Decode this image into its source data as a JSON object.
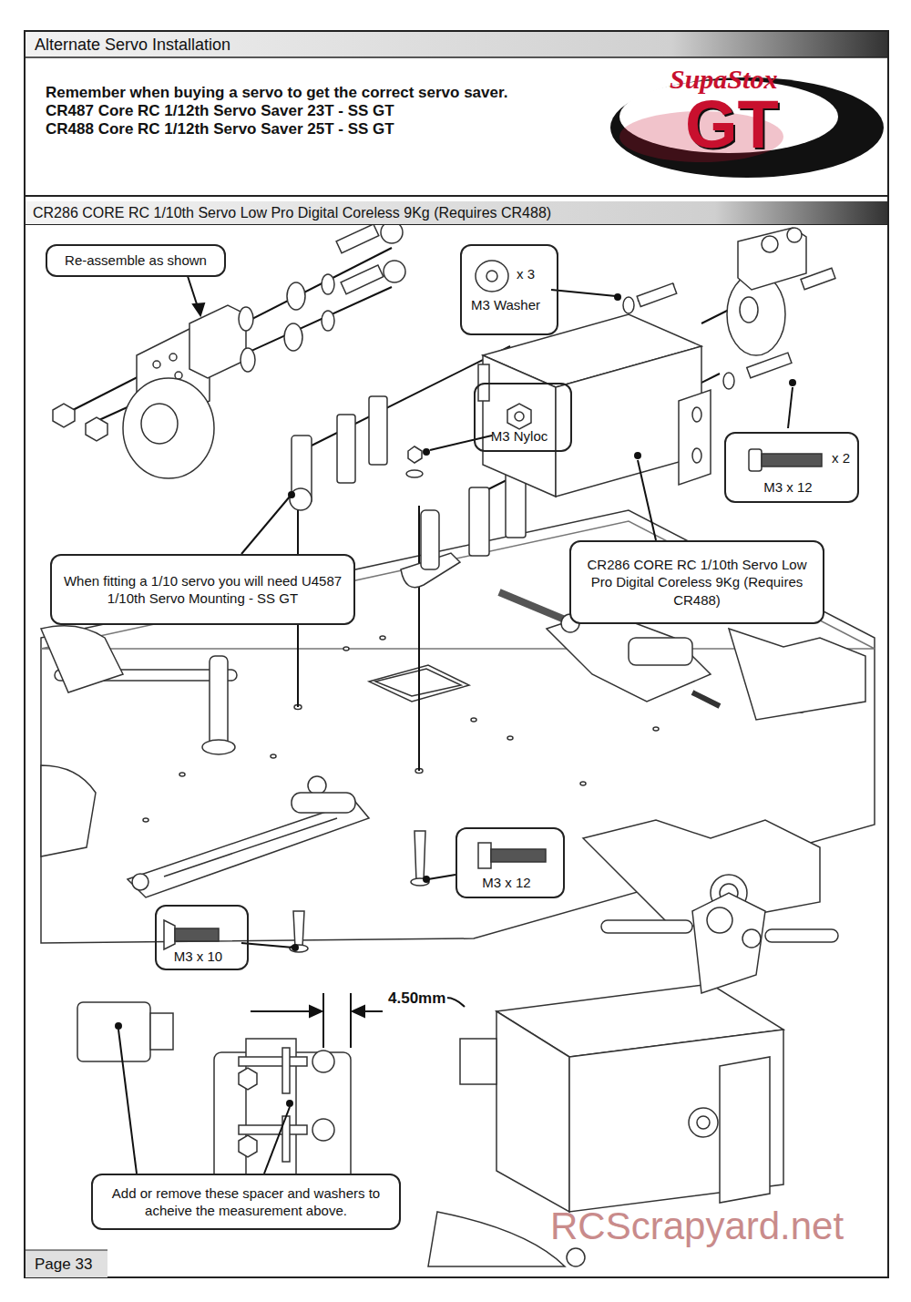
{
  "diagram": {
    "title": "Alternate Servo Installation",
    "nodes": [
      {
        "text": [
          "Remember when buying a servo to get the correct servo saver.",
          "CR487 Core RC 1/12th Servo Saver 23T - SS GT",
          "CR488 Core RC 1/12th Servo Saver 25T - SS GT"
        ]
      },
      {
        "text": [
          "CR286 CORE RC 1/10th Servo Low Pro Digital Coreless 9Kg (Requires CR488)"
        ]
      },
      {
        "text": [
          "Re-assemble as shown"
        ]
      },
      {
        "text": [
          "x 3",
          "M3 Washer"
        ]
      },
      {
        "text": [
          "M3 Nyloc"
        ]
      },
      {
        "text": [
          "x 2",
          "M3 x 12"
        ]
      },
      {
        "text": [
          "When fitting a 1/10 servo you will need U4587 1/10th Servo Mounting - SS GT"
        ]
      },
      {
        "text": [
          "CR286 CORE RC 1/10th Servo Low Pro Digital Coreless 9Kg (Requires CR488)"
        ]
      },
      {
        "text": [
          "M3 x 12"
        ]
      },
      {
        "text": [
          "M3 x 10"
        ]
      },
      {
        "text": [
          "Add or remove these spacer and washers to acheive the measurement above."
        ]
      }
    ],
    "labels": [
      "SupaStox",
      "GT",
      "4.50mm",
      "Page 33",
      "RCScrapyard.net"
    ]
  }
}
